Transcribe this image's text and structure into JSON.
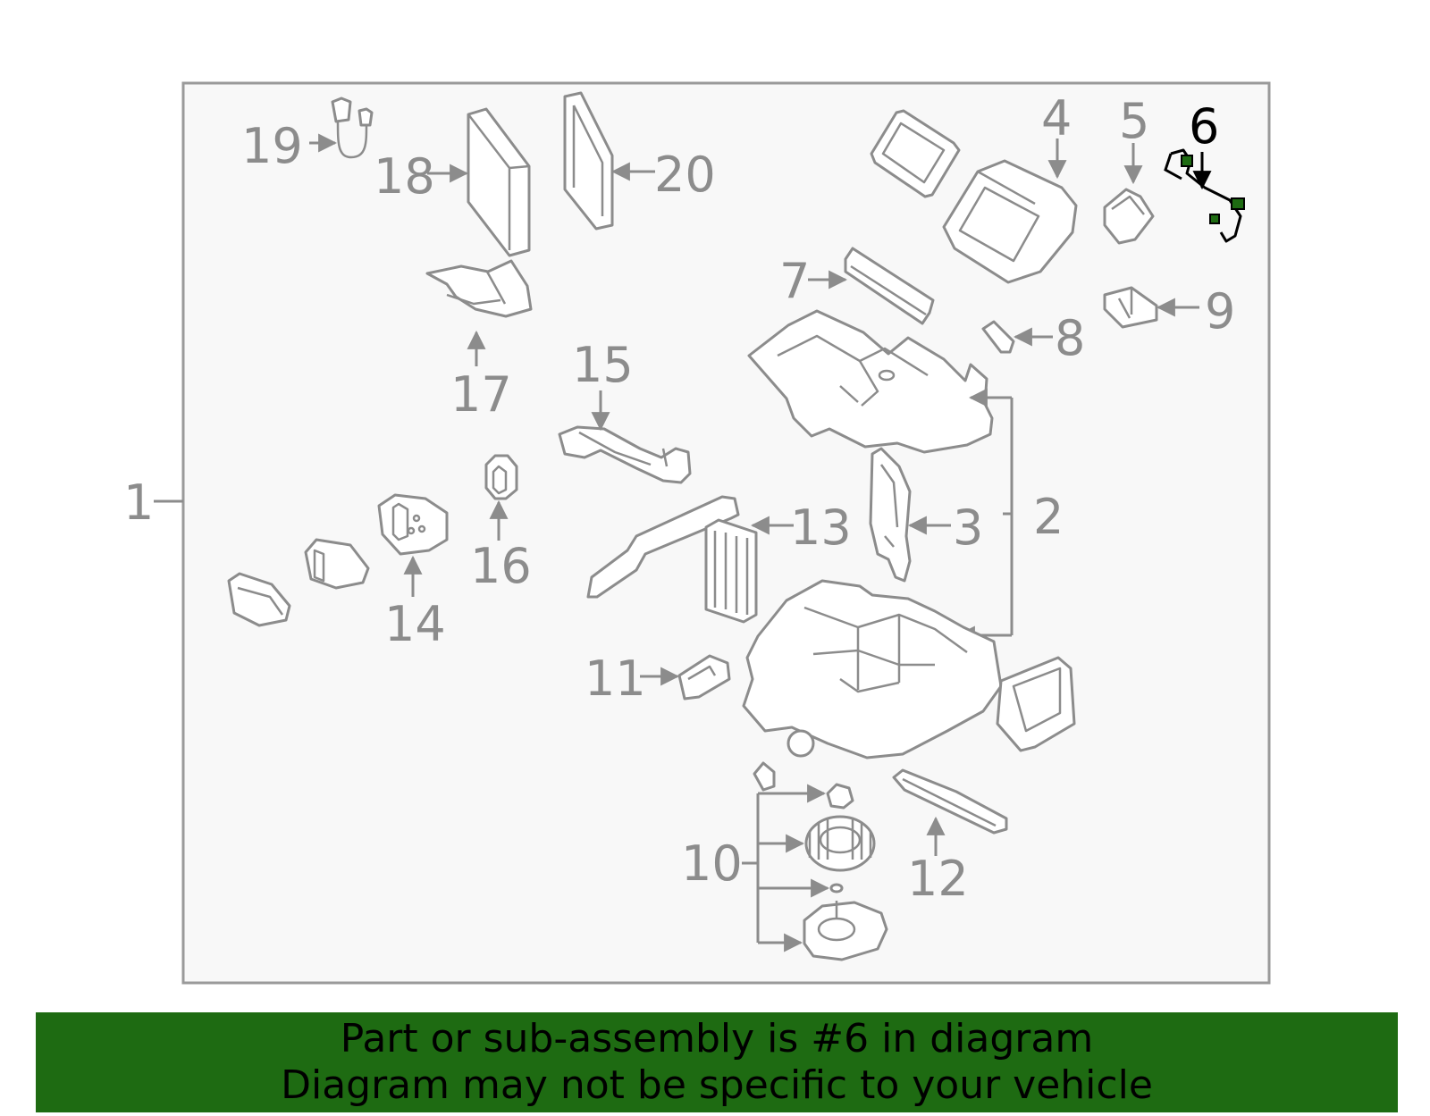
{
  "diagram": {
    "callouts": [
      "1",
      "2",
      "3",
      "4",
      "5",
      "6",
      "7",
      "8",
      "9",
      "10",
      "11",
      "12",
      "13",
      "14",
      "15",
      "16",
      "17",
      "18",
      "19",
      "20"
    ],
    "highlighted_part": "6",
    "colors": {
      "frame_fill": "#f8f8f8",
      "frame_stroke": "#9a9a9a",
      "part_stroke": "#8c8c8c",
      "highlight_stroke": "#000000",
      "highlight_fill": "#1e6b12",
      "banner_bg": "#1e6b12"
    }
  },
  "banner": {
    "line1": "Part or sub-assembly is #6 in diagram",
    "line2": "Diagram may not be specific to your vehicle"
  }
}
